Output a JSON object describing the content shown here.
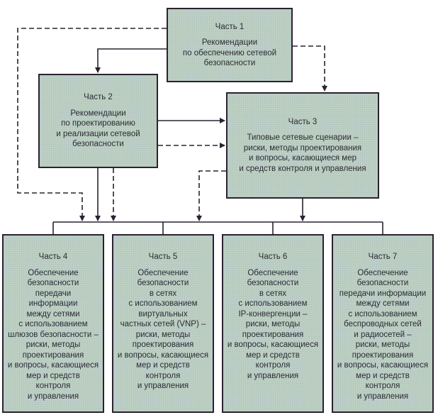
{
  "diagram": {
    "type": "hierarchy-flowchart",
    "colors": {
      "box_fill": "#bccfc2",
      "box_border": "#2a2230",
      "line": "#2a2230",
      "text": "#2b2b35"
    },
    "parts": [
      {
        "id": "p1",
        "title": "Часть 1",
        "body": "Рекомендации\nпо обеспечению сетевой\nбезопасности"
      },
      {
        "id": "p2",
        "title": "Часть 2",
        "body": "Рекомендации\nпо проектированию\nи реализации сетевой\nбезопасности"
      },
      {
        "id": "p3",
        "title": "Часть 3",
        "body": "Типовые сетевые сценарии –\nриски, методы проектирования\nи вопросы, касающиеся мер\nи средств контроля и управления"
      },
      {
        "id": "p4",
        "title": "Часть 4",
        "body": "Обеспечение\nбезопасности\nпередачи\nинформации\nмежду сетями\nс использованием\nшлюзов безопасности –\nриски, методы\nпроектирования\nи вопросы, касающиеся\nмер и средств\nконтроля\nи управления"
      },
      {
        "id": "p5",
        "title": "Часть 5",
        "body": "Обеспечение\nбезопасности\nв сетях\nс использованием\nвиртуальных\nчастных сетей (VNP) –\nриски, методы\nпроектирования\nи вопросы, касающиеся\nмер и средств\nконтроля\nи управления"
      },
      {
        "id": "p6",
        "title": "Часть 6",
        "body": "Обеспечение\nбезопасности\nв сетях\nс использованием\nIP-конвергенции –\nриски, методы\nпроектирования\nи вопросы, касающиеся\nмер и средств\nконтроля\nи управления"
      },
      {
        "id": "p7",
        "title": "Часть 7",
        "body": "Обеспечение\nбезопасности\nпередачи информации\nмежду сетями\nс использованием\nбеспроводных сетей\nи радиосетей –\nриски, методы\nпроектирования\nи вопросы, касающиеся\nмер и средств\nконтроля\nи управления"
      }
    ],
    "connections": [
      {
        "from": "p1",
        "to": "p2",
        "style": "solid"
      },
      {
        "from": "p1",
        "to": "p3",
        "style": "dashed"
      },
      {
        "from": "p1",
        "to": "bus-4-7",
        "style": "dashed"
      },
      {
        "from": "p2",
        "to": "p3",
        "style": "solid"
      },
      {
        "from": "p2",
        "to": "p3",
        "style": "dashed"
      },
      {
        "from": "p2",
        "to": "bus-4-7",
        "style": "solid"
      },
      {
        "from": "p2",
        "to": "bus-4-7",
        "style": "dashed"
      },
      {
        "from": "p3",
        "to": "bus-4-7",
        "style": "solid"
      },
      {
        "from": "p3",
        "to": "bus-4-7",
        "style": "dashed"
      },
      {
        "from": "bus-4-7",
        "to": "p4",
        "style": "solid"
      },
      {
        "from": "bus-4-7",
        "to": "p5",
        "style": "solid"
      },
      {
        "from": "bus-4-7",
        "to": "p6",
        "style": "solid"
      },
      {
        "from": "bus-4-7",
        "to": "p7",
        "style": "solid"
      }
    ]
  }
}
